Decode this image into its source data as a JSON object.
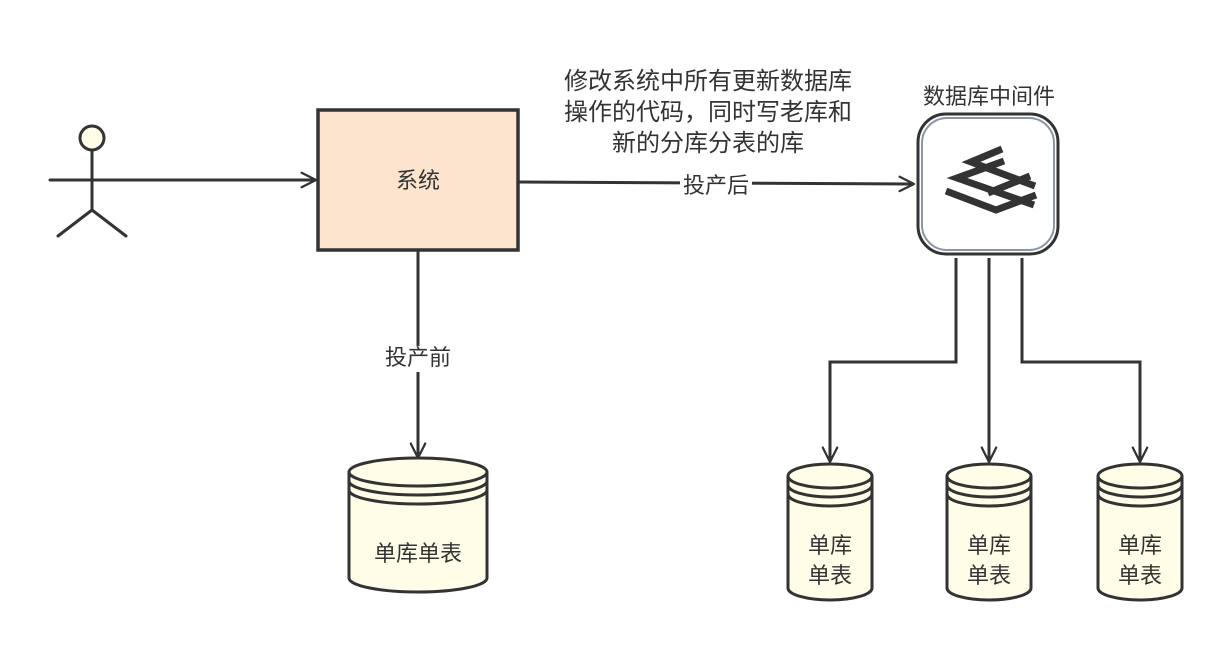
{
  "system": {
    "label": "系统"
  },
  "edge_before": {
    "label": "投产前"
  },
  "edge_after": {
    "label": "投产后"
  },
  "annotation": {
    "line1": "修改系统中所有更新数据库",
    "line2": "操作的代码，同时写老库和",
    "line3": "新的分库分表的库"
  },
  "middleware": {
    "label": "数据库中间件",
    "icon": "stacked-layers-icon"
  },
  "old_db": {
    "label": "单库单表"
  },
  "shard_dbs": [
    {
      "line1": "单库",
      "line2": "单表"
    },
    {
      "line1": "单库",
      "line2": "单表"
    },
    {
      "line1": "单库",
      "line2": "单表"
    }
  ],
  "colors": {
    "stroke": "#333333",
    "system_fill": "#fce4cf",
    "db_fill": "#fffde7",
    "actor_fill": "#fffde7",
    "middleware_fill": "#ffffff",
    "middleware_border": "#8a96a4"
  }
}
